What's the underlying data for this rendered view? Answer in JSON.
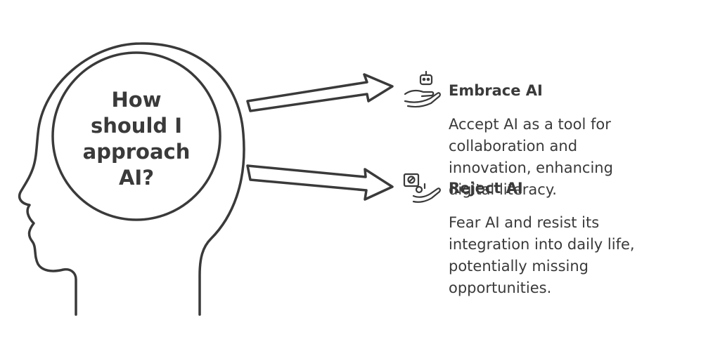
{
  "center": {
    "lines": [
      "How",
      "should I",
      "approach",
      "AI?"
    ]
  },
  "options": [
    {
      "icon": "robot-hand-icon",
      "title": "Embrace AI",
      "description_lines": [
        "Accept AI as a tool for",
        "collaboration and",
        "innovation, enhancing",
        "digital literacy."
      ]
    },
    {
      "icon": "reject-hand-icon",
      "title": "Reject AI",
      "description_lines": [
        "Fear AI and resist its",
        "integration into daily life,",
        "potentially missing",
        "opportunities."
      ]
    }
  ],
  "colors": {
    "ink": "#3a3a3a",
    "background": "#ffffff"
  }
}
